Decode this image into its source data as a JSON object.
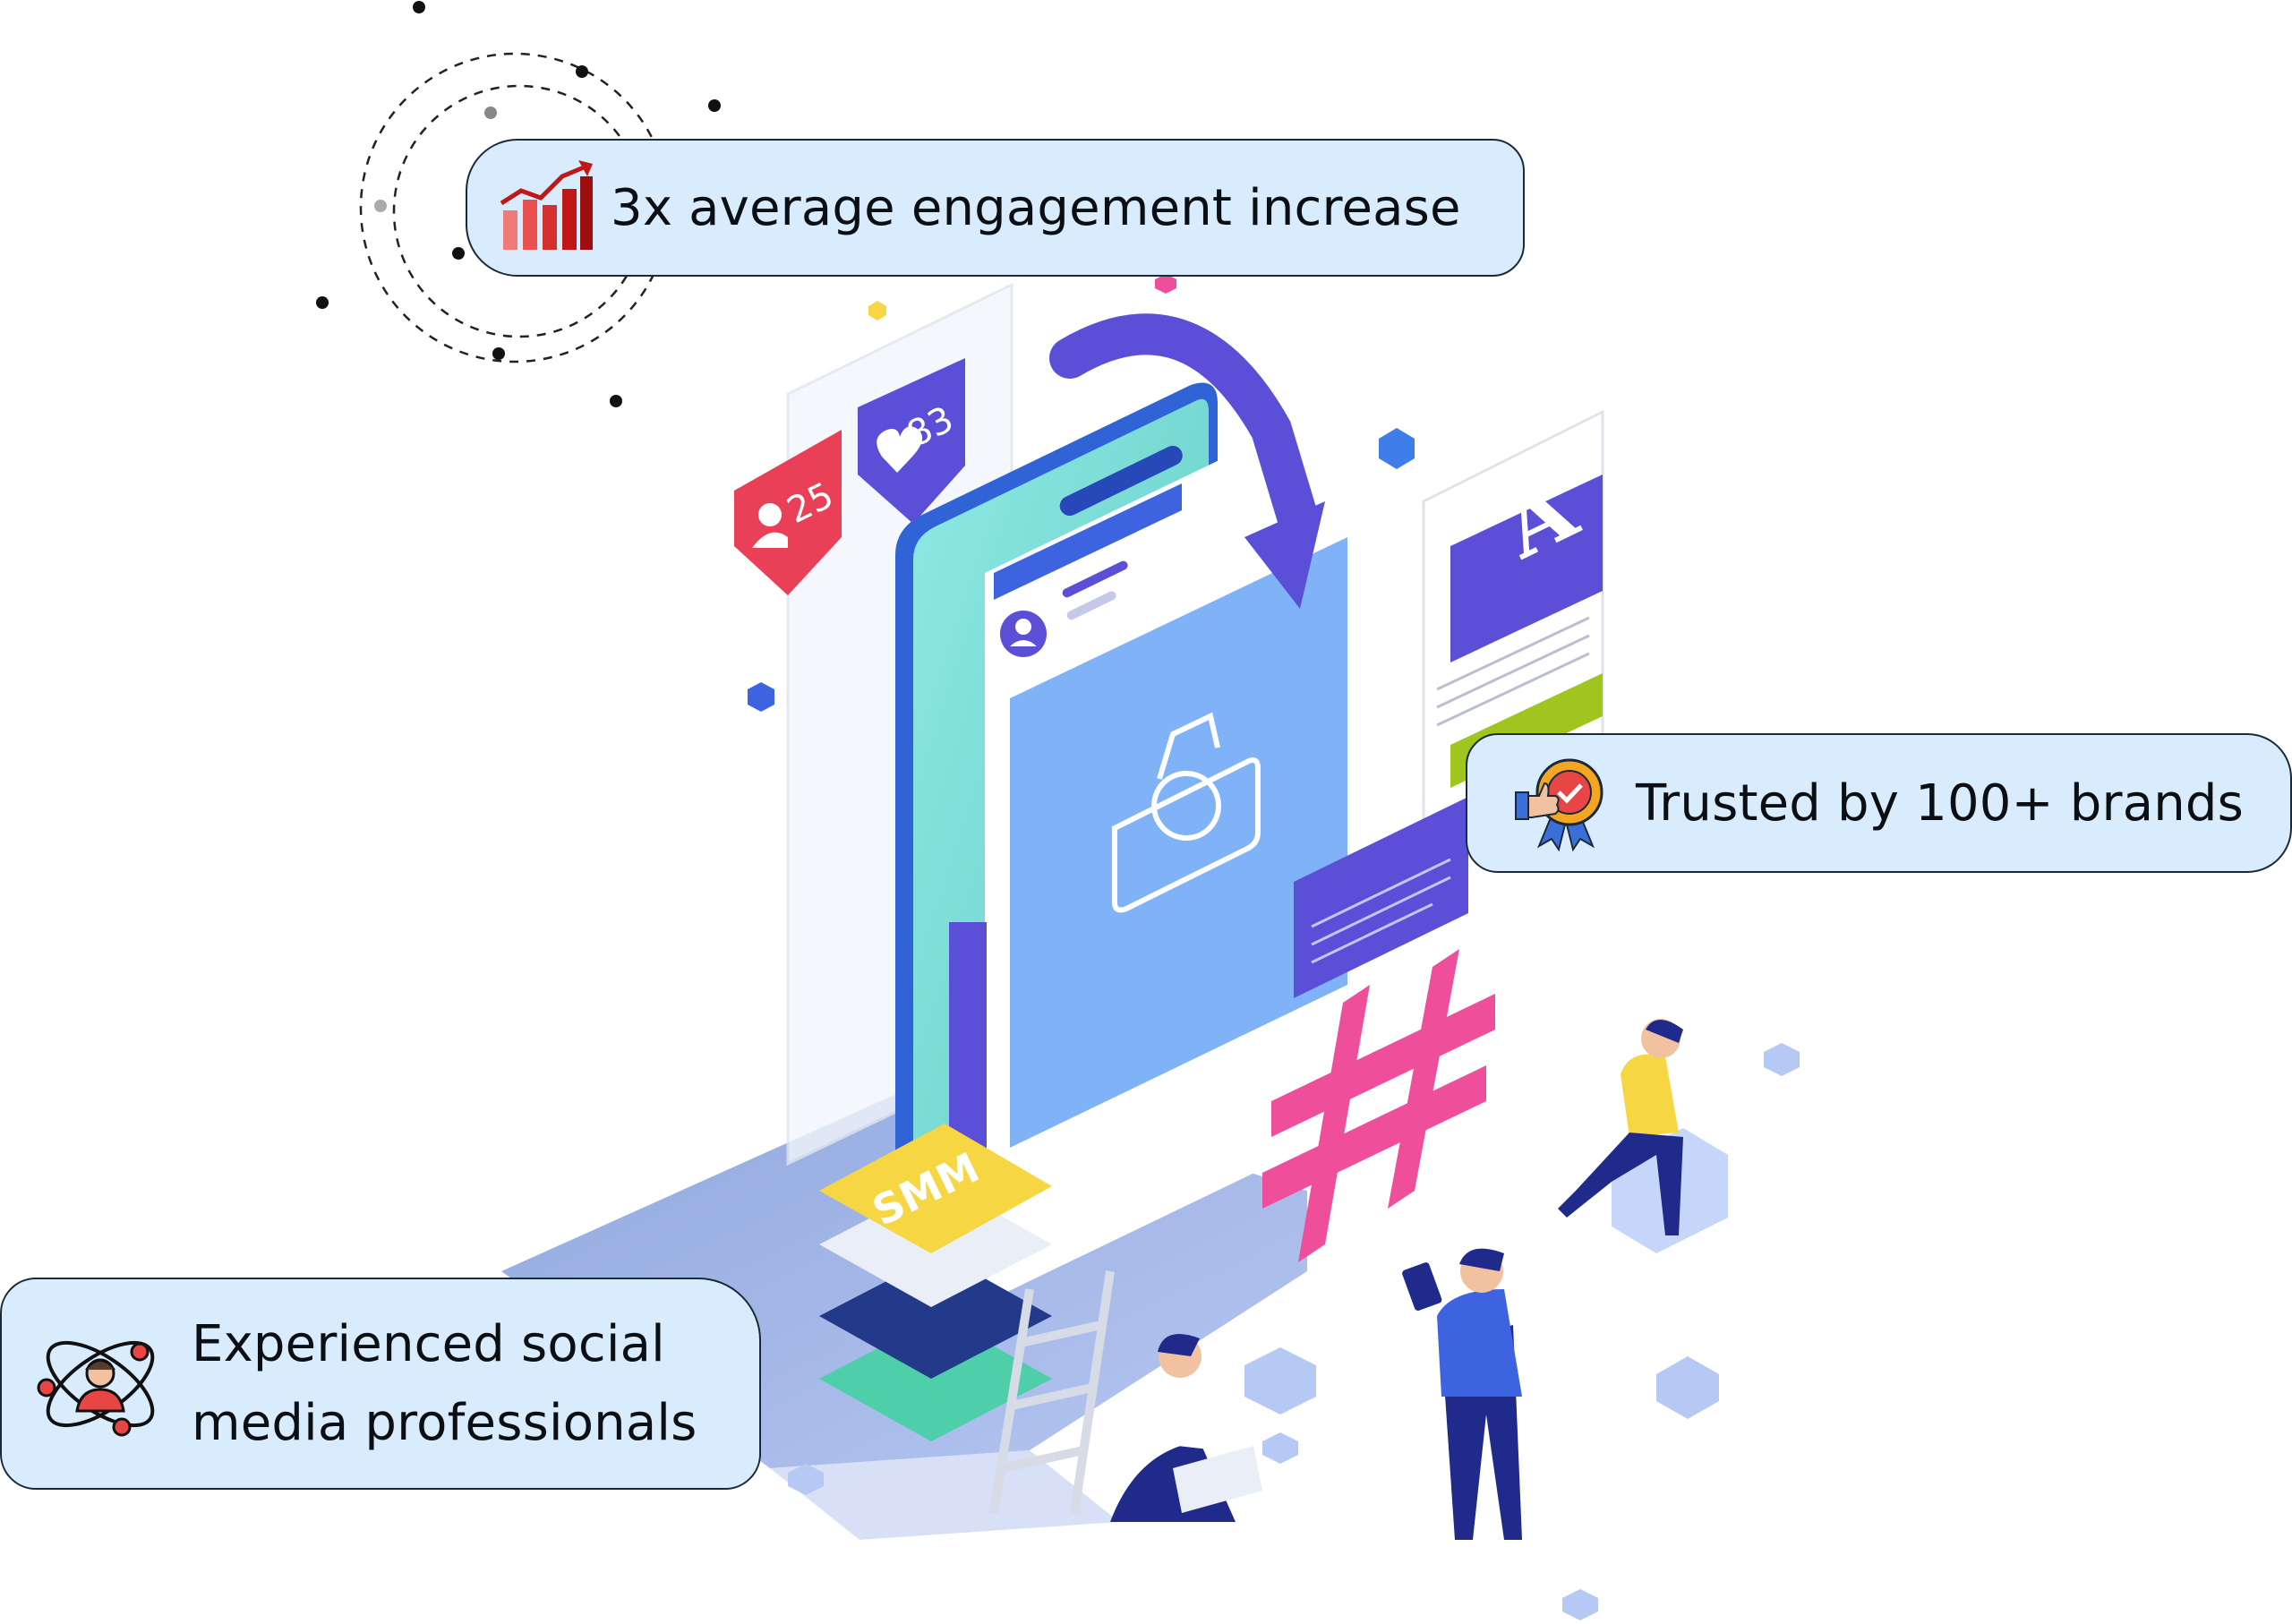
{
  "badges": [
    {
      "id": "engagement",
      "text": "3x average engagement increase",
      "icon": "bar-chart-growth-icon"
    },
    {
      "id": "brands",
      "text": "Trusted by 100+ brands",
      "icon": "award-ribbon-thumbs-up-icon"
    },
    {
      "id": "pros",
      "lines": [
        "Experienced social",
        "media professionals"
      ],
      "icon": "professional-orbit-icon"
    }
  ],
  "illustration": {
    "followers_count": "25",
    "likes_count": "83",
    "smm_label": "SMM",
    "letter_mark": "A"
  },
  "colors": {
    "pill_bg": "#d9ecfd",
    "pill_border": "#1b2a3a",
    "phone_blue": "#3f7ee8",
    "purple": "#5b4fd8",
    "accent_red": "#e94057",
    "accent_pink": "#ef4f9a",
    "accent_yellow": "#f6d743",
    "accent_green": "#9fc51e"
  }
}
